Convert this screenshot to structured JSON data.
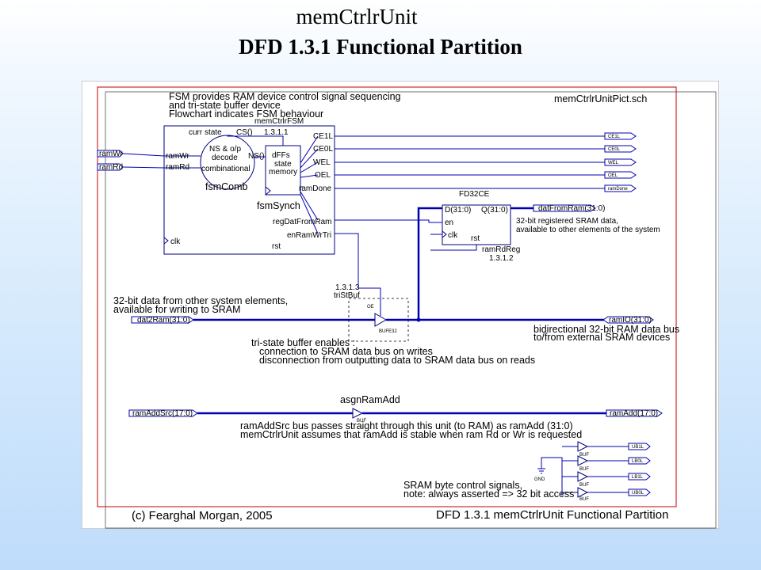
{
  "slide": {
    "title": "memCtrlrUnit",
    "subtitle": "DFD 1.3.1 Functional Partition"
  },
  "schematic": {
    "sheet_name": "memCtrlrUnitPict.sch",
    "footer_left": "(c) Fearghal Morgan, 2005",
    "footer_right": "DFD 1.3.1 memCtrlrUnit Functional Partition",
    "notes": {
      "fsm": [
        "FSM provides RAM device control signal sequencing",
        "and tri-state buffer device",
        "Flowchart indicates FSM behaviour"
      ],
      "reg": [
        "32-bit registered SRAM data,",
        "available to other elements of the system"
      ],
      "dat": [
        "32-bit data from other system elements,",
        "available for writing to SRAM"
      ],
      "bidir": [
        "bidirectional 32-bit RAM data bus",
        "to/from external SRAM devices"
      ],
      "tri": [
        "tri-state buffer enables :",
        "connection to SRAM data bus on writes",
        "disconnection from outputting data to SRAM data bus on reads"
      ],
      "addr": [
        "ramAddSrc bus passes straight through this unit (to RAM) as ramAdd (31:0)",
        "memCtrlrUnit assumes that ramAdd is stable when ram Rd or Wr is requested"
      ],
      "byte": [
        "SRAM byte control signals,",
        "note: always asserted => 32 bit access"
      ]
    },
    "fsm_block": {
      "name": "memCtrlrFSM",
      "id": "1.3.1.1",
      "cs_label": "CS()",
      "ns_label": "NS()",
      "curr_state": "curr state",
      "comb": [
        "NS & o/p",
        "decode",
        "combinational"
      ],
      "comb_name": "fsmComb",
      "dffs": [
        "dFFs",
        "state",
        "memory"
      ],
      "synch_name": "fsmSynch",
      "inputs": [
        "ramWr",
        "ramRd",
        "clk",
        "rst"
      ],
      "outputs": [
        "CE1L",
        "CE0L",
        "WEL",
        "OEL",
        "ramDone",
        "regDatFromRam",
        "enRamWrTri"
      ]
    },
    "input_ports": [
      "ramWr",
      "ramRd"
    ],
    "output_ports": [
      "CE1L",
      "CE0L",
      "WEL",
      "OEL",
      "ramDone"
    ],
    "reg_block": {
      "type": "FD32CE",
      "name": "ramRdReg",
      "id": "1.3.1.2",
      "pins": [
        "D(31:0)",
        "Q(31:0)",
        "en",
        "clk",
        "rst"
      ],
      "out_port": "datFromRam(31:0)"
    },
    "tri_block": {
      "id": "1.3.1.3",
      "name": "triStBuf",
      "buf_label": "BUFE32",
      "en_label": "OE"
    },
    "dat_in_port": "dat2Ram(31:0)",
    "ram_io_port": "ramIO(31:0)",
    "addr_block": {
      "name": "asgnRamAdd",
      "buf_label": "BUF",
      "in_port": "ramAddSrc(17:0)",
      "out_port": "ramAdd(17:0)"
    },
    "byte_ports": [
      "UB1L",
      "LB0L",
      "LB1L",
      "UB0L"
    ],
    "gnd_label": "GND",
    "byte_buf_label": "BUF"
  }
}
